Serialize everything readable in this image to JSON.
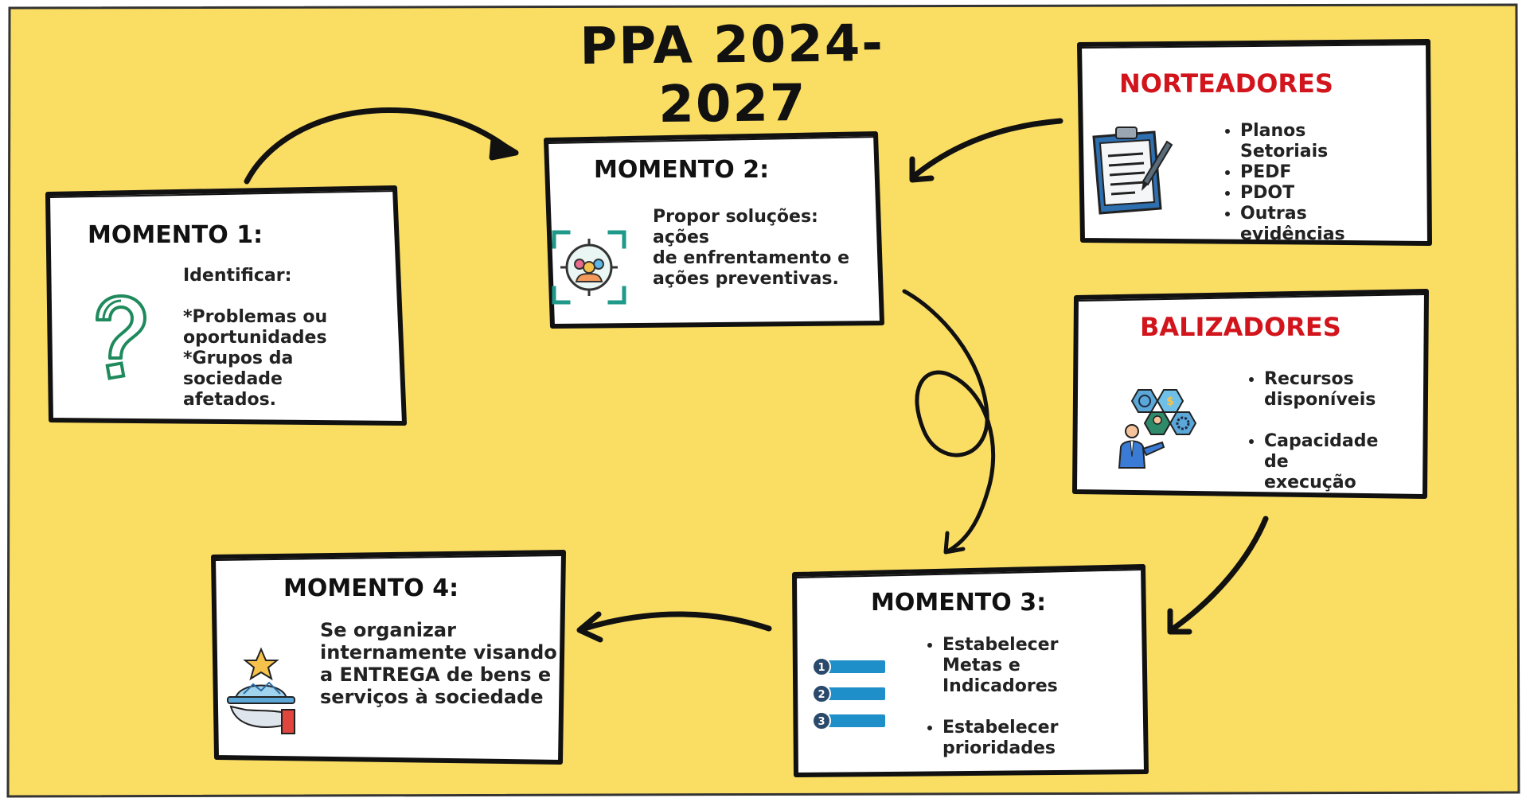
{
  "title": "PPA 2024-2027",
  "colors": {
    "background": "#fadd63",
    "alert": "#d2141c",
    "card": "#ffffff",
    "ink": "#111111",
    "accent_teal": "#1f9a8a",
    "accent_blue": "#1f8fc9"
  },
  "momento1": {
    "heading": "MOMENTO 1:",
    "icon": "question-mark-icon",
    "text_intro": "Identificar:",
    "text_lines": [
      "*Problemas ou",
      "oportunidades",
      "*Grupos da sociedade",
      "afetados."
    ]
  },
  "momento2": {
    "heading": "MOMENTO 2:",
    "icon": "target-group-icon",
    "text_lines": [
      "Propor soluções: ações",
      "de enfrentamento e",
      "ações preventivas."
    ]
  },
  "momento3": {
    "heading": "MOMENTO 3:",
    "icon": "numbered-list-icon",
    "list_numbers": [
      "1",
      "2",
      "3"
    ],
    "bullets": [
      [
        "Estabelecer Metas e",
        "Indicadores"
      ],
      [
        "Estabelecer",
        "prioridades"
      ]
    ]
  },
  "momento4": {
    "heading": "MOMENTO 4:",
    "icon": "delivery-hand-icon",
    "text_lines": [
      "Se organizar",
      "internamente visando",
      "a ENTREGA de bens e",
      "serviços à sociedade"
    ]
  },
  "norteadores": {
    "heading": "NORTEADORES",
    "icon": "clipboard-icon",
    "items": [
      "Planos Setoriais",
      "PEDF",
      "PDOT",
      "Outras evidências"
    ]
  },
  "balizadores": {
    "heading": "BALIZADORES",
    "icon": "business-resources-icon",
    "items": [
      [
        "Recursos",
        "disponíveis"
      ],
      [
        "Capacidade de",
        "execução"
      ]
    ]
  }
}
